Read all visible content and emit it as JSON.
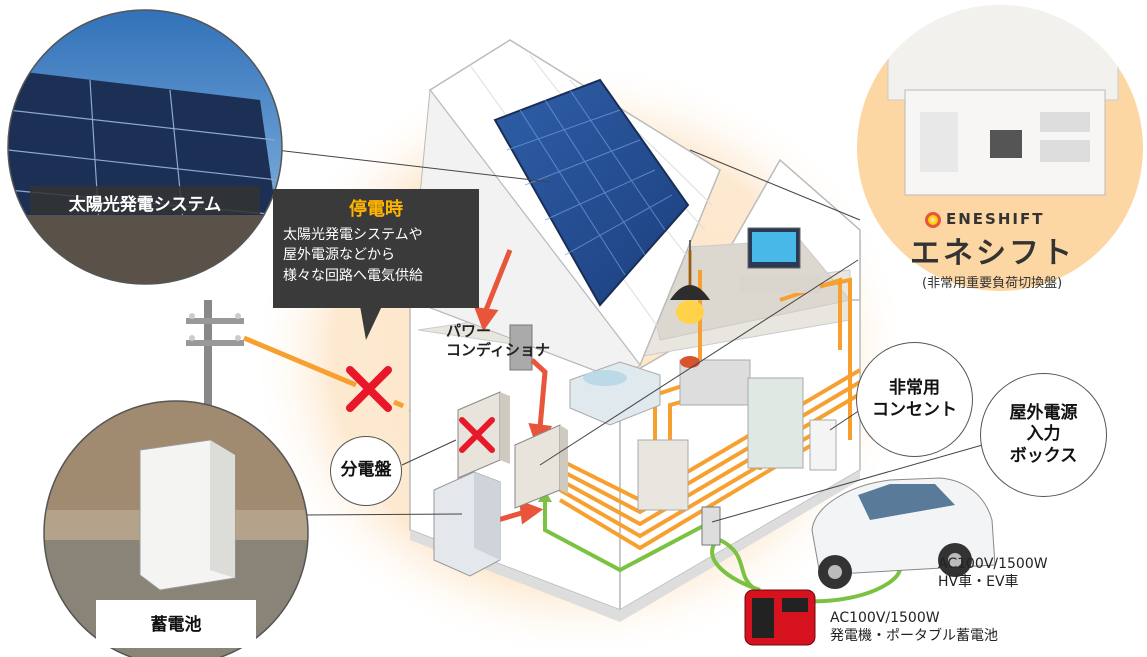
{
  "solar_photo": {
    "label": "太陽光発電システム"
  },
  "battery_photo": {
    "label": "蓄電池"
  },
  "outage_callout": {
    "title": "停電時",
    "lines": [
      "太陽光発電システムや",
      "屋外電源などから",
      "様々な回路へ電気供給"
    ]
  },
  "labels": {
    "power_conditioner": [
      "パワー",
      "コンディショナ"
    ],
    "distribution_board": "分電盤",
    "emergency_outlet": [
      "非常用",
      "コンセント"
    ],
    "outdoor_power_box": [
      "屋外電源",
      "入力",
      "ボックス"
    ]
  },
  "product": {
    "brand": "ENESHIFT",
    "name": "エネシフト",
    "subtitle": "(非常用重要負荷切換盤)"
  },
  "vehicle": {
    "spec": "AC100V/1500W",
    "desc": "HV車・EV車"
  },
  "generator": {
    "spec": "AC100V/1500W",
    "desc": "発電機・ポータブル蓄電池"
  },
  "colors": {
    "orange_line": "#f7a030",
    "red_arrow": "#e8553a",
    "green_line": "#7cc242",
    "glow": "#fde3c3"
  }
}
